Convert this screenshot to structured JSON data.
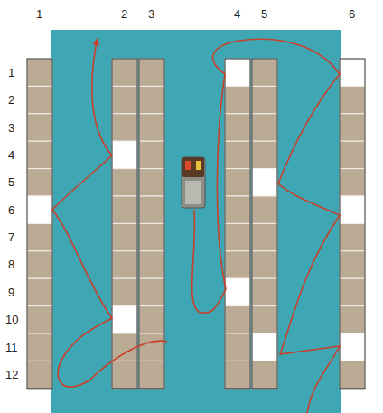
{
  "diagram": {
    "labels": [
      "1",
      "2",
      "3",
      "4",
      "5",
      "6",
      "1",
      "2",
      "3",
      "4",
      "5",
      "6",
      "7",
      "8",
      "9",
      "10",
      "11",
      "12"
    ]
  }
}
